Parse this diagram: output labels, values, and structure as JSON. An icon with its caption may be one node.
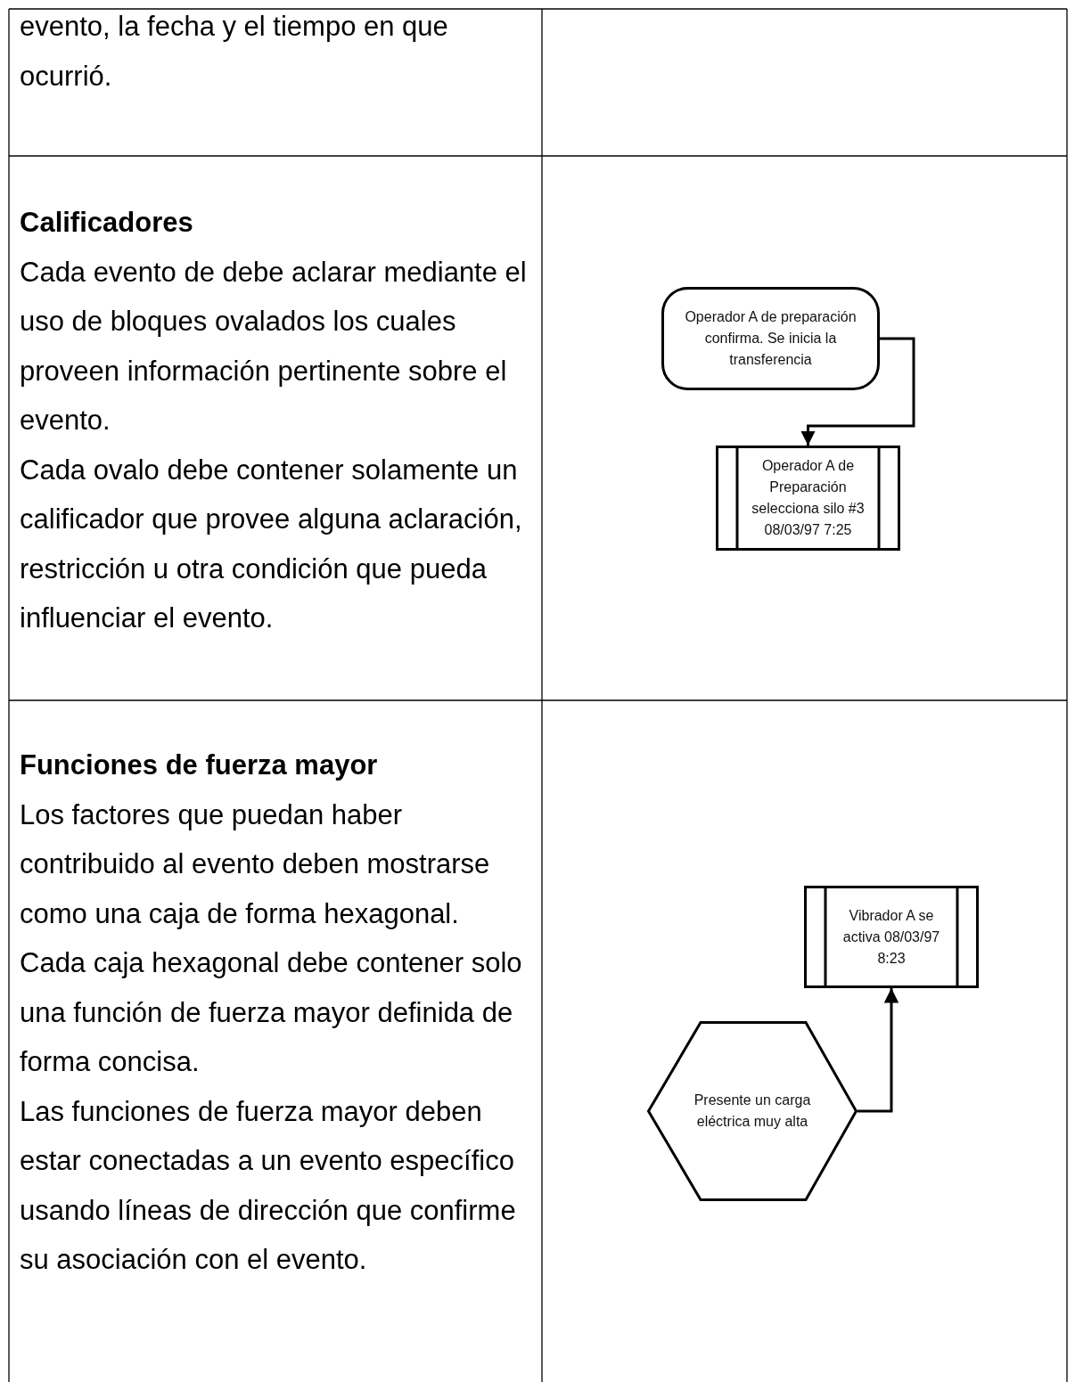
{
  "diagram": {
    "nodes": [
      {
        "text": [
          "Operador A de preparación confirma. Se inicia la transferencia"
        ]
      },
      {
        "text": [
          "Operador A de Preparación selecciona silo #3 08/03/97 7:25"
        ]
      },
      {
        "text": [
          "Vibrador A se activa 08/03/97 8:23"
        ]
      },
      {
        "text": [
          "Presente un carga eléctrica muy alta"
        ]
      }
    ],
    "edges": [
      {
        "from": 0,
        "to": 1,
        "arrow": "to"
      },
      {
        "from": 3,
        "to": 2,
        "arrow": "to"
      }
    ],
    "labels": [
      "evento, la fecha y el tiempo en que ocurrió.",
      "Calificadores",
      "Cada evento de debe aclarar mediante el uso de bloques ovalados los cuales proveen información pertinente sobre el evento.",
      "Cada ovalo debe contener solamente un calificador que provee alguna aclaración, restricción u otra condición que pueda influenciar el evento.",
      "Funciones de fuerza mayor",
      "Los factores que puedan haber contribuido al evento deben mostrarse como una caja de forma hexagonal.",
      "Cada caja hexagonal debe contener solo una función de fuerza mayor definida de forma concisa.",
      "Las funciones de fuerza mayor deben estar conectadas a un evento específico usando líneas de dirección que confirme su asociación con el evento."
    ]
  }
}
